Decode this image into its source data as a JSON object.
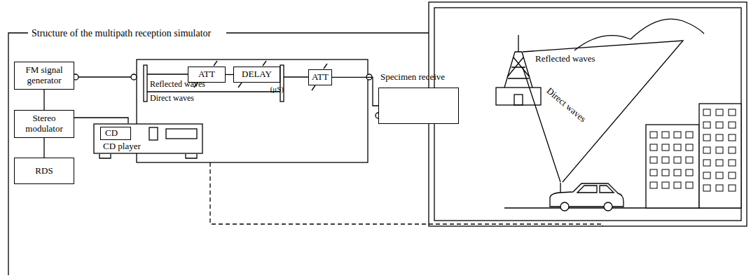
{
  "diagram": {
    "title": "Structure of the multipath reception simulator",
    "nodes": [
      {
        "text": [
          "FM signal generator"
        ]
      },
      {
        "text": [
          "Stereo modulator"
        ]
      },
      {
        "text": [
          "RDS"
        ]
      },
      {
        "text": [
          "CD",
          "CD player"
        ]
      },
      {
        "text": [
          "ATT"
        ]
      },
      {
        "text": [
          "DELAY",
          "(μS)"
        ]
      },
      {
        "text": [
          "ATT"
        ]
      },
      {
        "text": [
          "Specimen receive"
        ]
      }
    ],
    "edges": [
      {
        "from": 0,
        "to": 1,
        "arrow": "none"
      },
      {
        "from": 1,
        "to": 2,
        "arrow": "none"
      },
      {
        "from": 1,
        "to": 3,
        "arrow": "none"
      },
      {
        "from": 4,
        "to": 5,
        "arrow": "none"
      },
      {
        "from": 6,
        "to": 7,
        "arrow": "none"
      }
    ],
    "labels": [
      "Reflected waves",
      "Direct waves",
      "Reflected waves",
      "Direct waves"
    ]
  }
}
